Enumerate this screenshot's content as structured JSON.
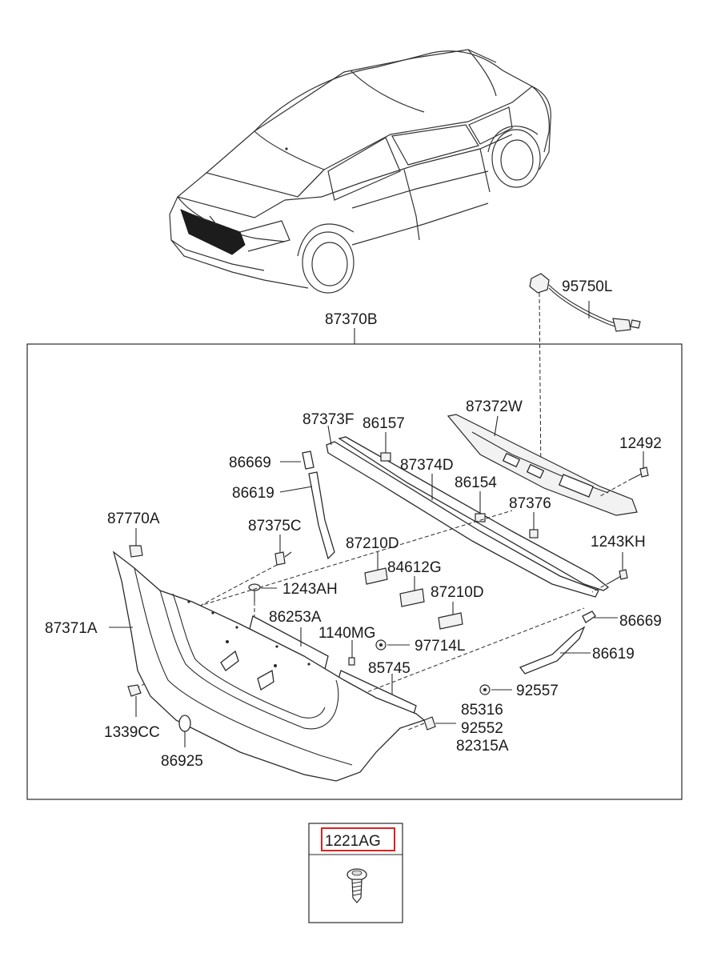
{
  "labels": {
    "p95750L": "95750L",
    "p87370B": "87370B",
    "p87372W": "87372W",
    "p87373F": "87373F",
    "p86157": "86157",
    "p12492": "12492",
    "p86669a": "86669",
    "p87374D": "87374D",
    "p86619a": "86619",
    "p86154": "86154",
    "p87770A": "87770A",
    "p87376": "87376",
    "p87375C": "87375C",
    "p1243KH": "1243KH",
    "p87210Da": "87210D",
    "p84612G": "84612G",
    "p1243AH": "1243AH",
    "p87210Db": "87210D",
    "p87371A": "87371A",
    "p86253A": "86253A",
    "p86669b": "86669",
    "p1140MG": "1140MG",
    "p97714L": "97714L",
    "p86619b": "86619",
    "p85745": "85745",
    "p92557": "92557",
    "p85316": "85316",
    "p1339CC": "1339CC",
    "p92552": "92552",
    "p82315A": "82315A",
    "p86925": "86925"
  },
  "inset": {
    "label": "1221AG",
    "highlight_color": "#e02020"
  }
}
